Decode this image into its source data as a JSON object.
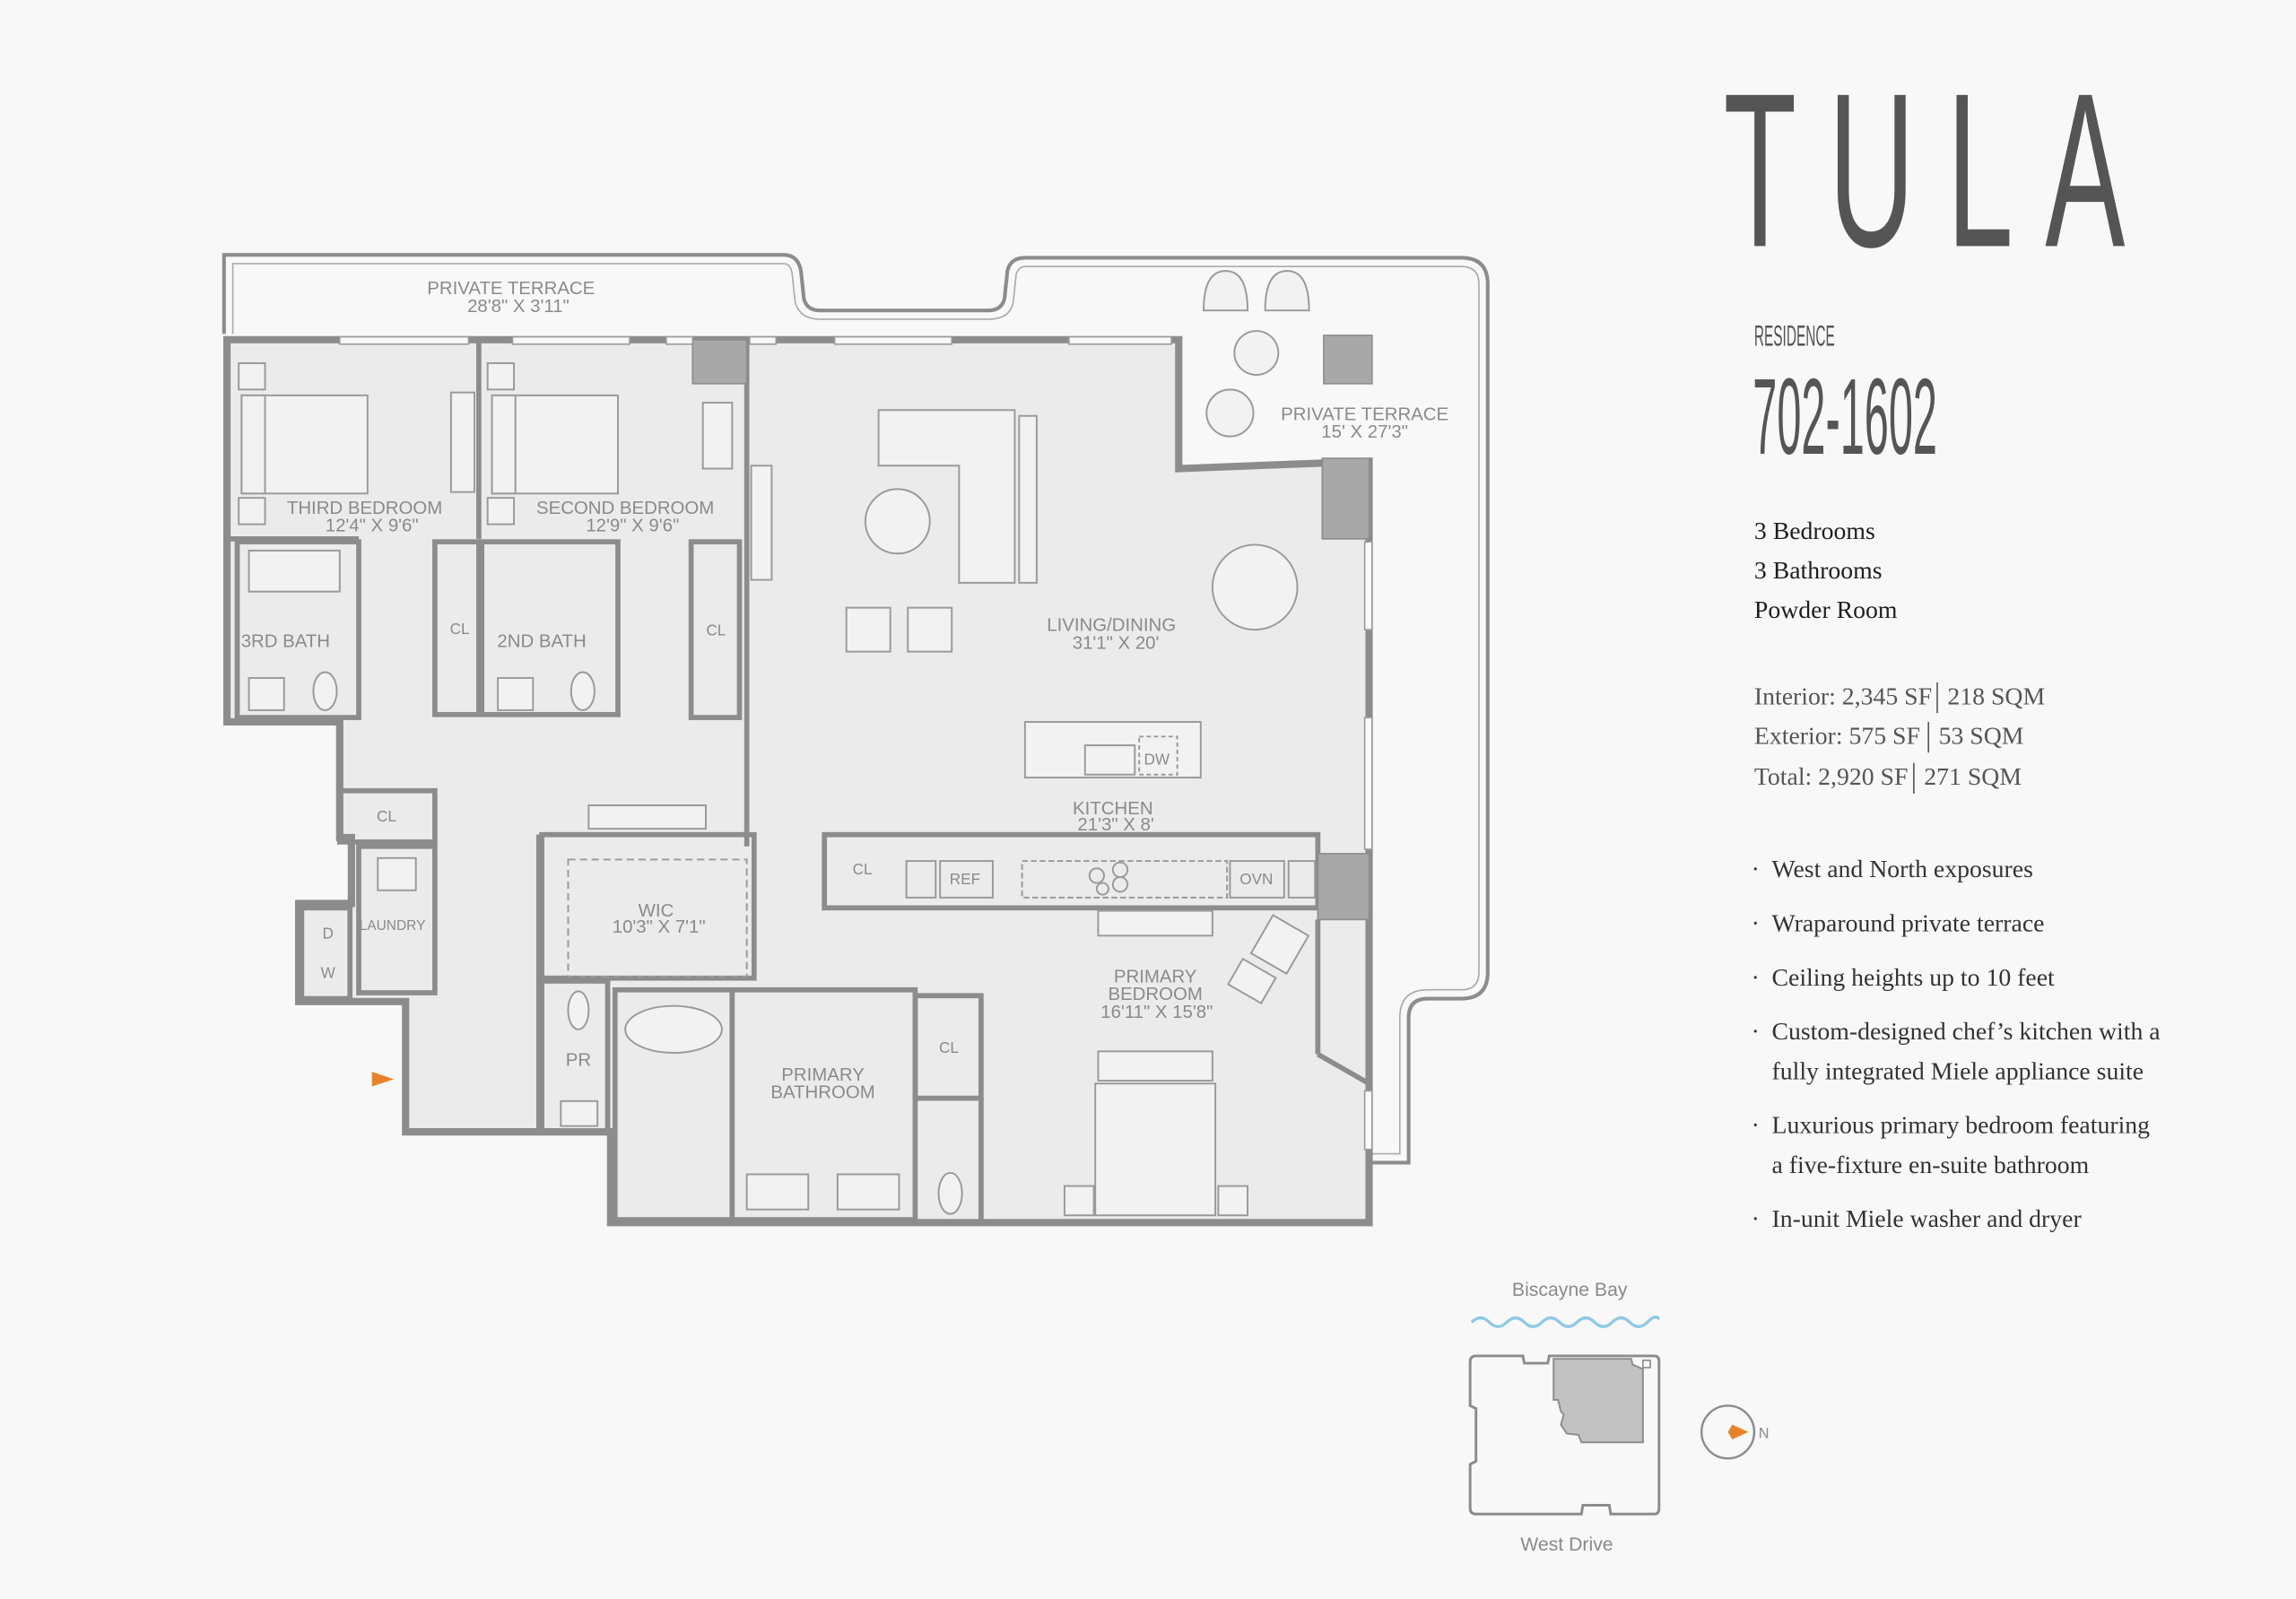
{
  "brand": {
    "title": "TULA"
  },
  "residence": {
    "label": "RESIDENCE",
    "unit": "702-1602"
  },
  "summary": [
    "3 Bedrooms",
    "3 Bathrooms",
    "Powder Room"
  ],
  "areas": [
    {
      "left": "Interior: 2,345 SF",
      "right": "218 SQM"
    },
    {
      "left": "Exterior: 575 SF",
      "right": "53 SQM"
    },
    {
      "left": "Total: 2,920 SF",
      "right": "271 SQM"
    }
  ],
  "features": [
    {
      "lines": [
        "West and North exposures"
      ]
    },
    {
      "lines": [
        "Wraparound private terrace"
      ]
    },
    {
      "lines": [
        "Ceiling heights up to 10 feet"
      ]
    },
    {
      "lines": [
        "Custom-designed chef’s kitchen with a",
        "fully integrated Miele appliance suite"
      ]
    },
    {
      "lines": [
        "Luxurious primary bedroom featuring",
        "a five-fixture en-suite bathroom"
      ]
    },
    {
      "lines": [
        "In-unit Miele washer and dryer"
      ]
    }
  ],
  "bullet": "·",
  "rooms": {
    "terrace_north": {
      "name": "PRIVATE TERRACE",
      "dims": "28'8\" X 3'11\""
    },
    "third_bedroom": {
      "name": "THIRD BEDROOM",
      "dims": "12'4\" X 9'6\""
    },
    "second_bedroom": {
      "name": "SECOND BEDROOM",
      "dims": "12'9\" X 9'6\""
    },
    "third_bath": {
      "name": "3RD BATH"
    },
    "second_bath": {
      "name": "2ND BATH"
    },
    "living": {
      "name": "LIVING/DINING",
      "dims": "31'1\" X 20'"
    },
    "terrace_east": {
      "name": "PRIVATE TERRACE",
      "dims": "15' X 27'3\""
    },
    "kitchen": {
      "name": "KITCHEN",
      "dims": "21'3\" X 8'"
    },
    "wic": {
      "name": "WIC",
      "dims": "10'3\" X 7'1\""
    },
    "laundry": {
      "name": "LAUNDRY"
    },
    "powder": {
      "name": "PR"
    },
    "primary_bath": {
      "line1": "PRIMARY",
      "line2": "BATHROOM"
    },
    "primary_bed": {
      "line1": "PRIMARY",
      "line2": "BEDROOM",
      "dims": "16'11\" X 15'8\""
    }
  },
  "fixtures": {
    "closet": "CL",
    "dishwasher": "DW",
    "refrigerator": "REF",
    "oven": "OVN",
    "dryer": "D",
    "washer": "W"
  },
  "site_map": {
    "top_label": "Biscayne Bay",
    "bottom_label": "West Drive",
    "compass": "N"
  },
  "colors": {
    "accent": "#e8832a",
    "water": "#8ec9e6",
    "text": "#555555"
  }
}
